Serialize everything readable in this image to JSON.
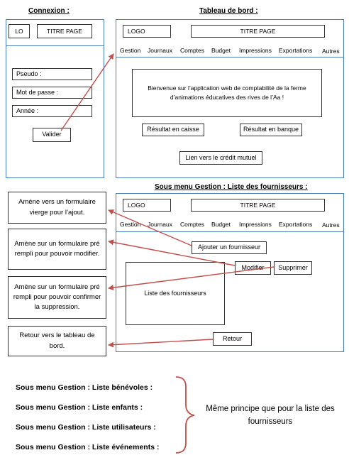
{
  "headings": {
    "login": "Connexion :",
    "dashboard": "Tableau de bord :",
    "supplier_menu": "Sous menu Gestion : Liste des fournisseurs :"
  },
  "login": {
    "logo": "LO",
    "title": "TITRE PAGE",
    "pseudo": "Pseudo :",
    "password": "Mot de passe :",
    "year": "Année :",
    "submit": "Valider"
  },
  "dashboard": {
    "logo": "LOGO",
    "title": "TITRE PAGE",
    "menu": [
      "Gestion",
      "Journaux",
      "Comptes",
      "Budget",
      "Impressions",
      "Exportations",
      "Autres"
    ],
    "welcome": "Bienvenue sur l’application web de comptabilité de la ferme d’animations éducatives des rives de l’Aa !",
    "cash_result": "Résultat en caisse",
    "bank_result": "Résultat en banque",
    "credit_link": "Lien vers le crédit mutuel"
  },
  "suppliers": {
    "logo": "LOGO",
    "title": "TITRE PAGE",
    "menu": [
      "Gestion",
      "Journaux",
      "Comptes",
      "Budget",
      "Impressions",
      "Exportations",
      "Autres"
    ],
    "add": "Ajouter un fournisseur",
    "edit": "Modifier",
    "delete": "Supprimer",
    "list": "Liste des fournisseurs",
    "back": "Retour"
  },
  "notes": {
    "add": "Amène vers un formulaire vierge pour l’ajout.",
    "edit": "Amène sur un formulaire pré rempli pour pouvoir modifier.",
    "delete": "Amène sur un formulaire pré rempli pour pouvoir confirmer la suppression.",
    "back": "Retour vers le tableau de bord."
  },
  "other_menus": [
    "Sous menu Gestion : Liste bénévoles :",
    "Sous menu Gestion : Liste enfants :",
    "Sous menu Gestion : Liste utilisateurs :",
    "Sous menu Gestion : Liste événements :"
  ],
  "same_principle": "Même principe que pour la liste des fournisseurs",
  "colors": {
    "frame": "#4a7ebb",
    "arrow": "#c0504d",
    "brace": "#c0504d"
  }
}
